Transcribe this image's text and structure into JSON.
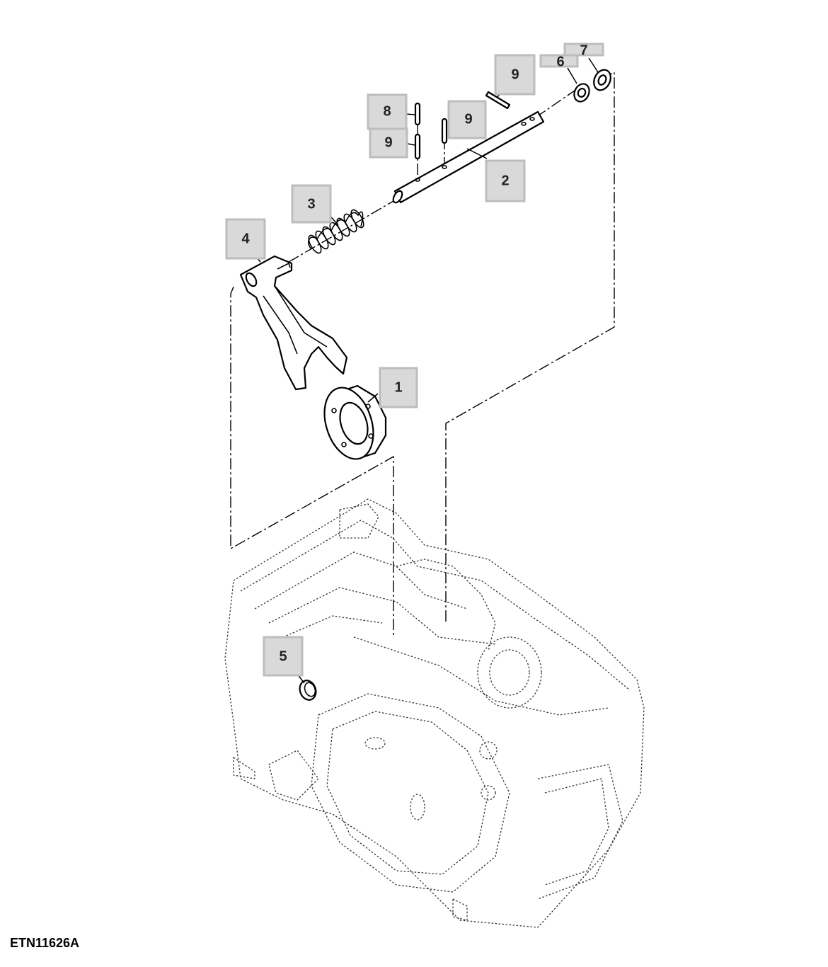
{
  "figure_id": "ETN11626A",
  "callouts": [
    {
      "label": "1"
    },
    {
      "label": "2"
    },
    {
      "label": "3"
    },
    {
      "label": "4"
    },
    {
      "label": "5"
    },
    {
      "label": "6"
    },
    {
      "label": "7"
    },
    {
      "label": "8"
    },
    {
      "label": "9"
    },
    {
      "label": "9"
    },
    {
      "label": "9"
    }
  ]
}
